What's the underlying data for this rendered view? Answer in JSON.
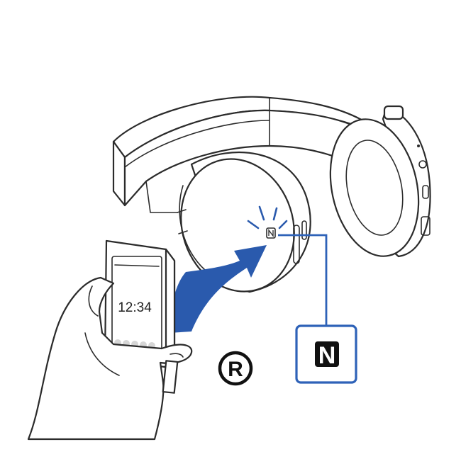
{
  "smartphone": {
    "screen_time": "12:34",
    "home_dots": 5
  },
  "registered_mark": {
    "letter": "R"
  },
  "nfc_callout": {
    "letter": "N"
  },
  "colors": {
    "accent_blue": "#2a5aad",
    "callout_border": "#2e62b8",
    "line_art": "#2b2b2b"
  },
  "icons": [
    "headphones",
    "smartphone",
    "hand",
    "nfc-mark",
    "registered-mark",
    "touch-arrow"
  ]
}
